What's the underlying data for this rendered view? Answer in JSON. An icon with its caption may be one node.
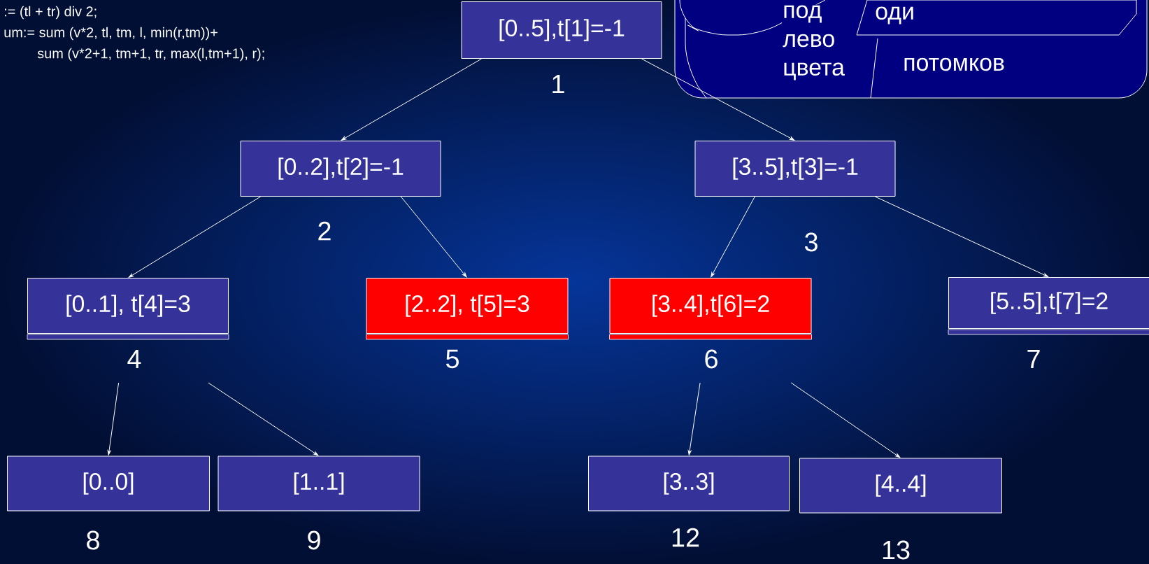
{
  "diagram": {
    "nodes": [
      {
        "text": [
          "[0..5],t[1]=-1"
        ],
        "beside": [
          "1"
        ]
      },
      {
        "text": [
          "[0..2],t[2]=-1"
        ],
        "beside": [
          "2"
        ]
      },
      {
        "text": [
          "[3..5],t[3]=-1"
        ],
        "beside": [
          "3"
        ]
      },
      {
        "text": [
          "[0..1], t[4]=3"
        ],
        "beside": [
          "4"
        ]
      },
      {
        "text": [
          "[2..2], t[5]=3"
        ],
        "beside": [
          "5"
        ]
      },
      {
        "text": [
          "[3..4],t[6]=2"
        ],
        "beside": [
          "6"
        ]
      },
      {
        "text": [
          "[5..5],t[7]=2"
        ],
        "beside": [
          "7"
        ]
      },
      {
        "text": [
          "[0..0]"
        ],
        "beside": [
          "8"
        ]
      },
      {
        "text": [
          "[1..1]"
        ],
        "beside": [
          "9"
        ]
      },
      {
        "text": [
          "[3..3]"
        ],
        "beside": [
          "12"
        ]
      },
      {
        "text": [
          "[4..4]"
        ],
        "beside": [
          "13"
        ]
      }
    ],
    "edges": [
      {
        "from": 0,
        "to": 1,
        "arrow": "to"
      },
      {
        "from": 0,
        "to": 2,
        "arrow": "to"
      },
      {
        "from": 1,
        "to": 3,
        "arrow": "to"
      },
      {
        "from": 1,
        "to": 4,
        "arrow": "to"
      },
      {
        "from": 2,
        "to": 5,
        "arrow": "to"
      },
      {
        "from": 2,
        "to": 6,
        "arrow": "to"
      },
      {
        "from": 3,
        "to": 7,
        "arrow": "to"
      },
      {
        "from": 3,
        "to": 8,
        "arrow": "to"
      },
      {
        "from": 5,
        "to": 9,
        "arrow": "to"
      },
      {
        "from": 5,
        "to": 10,
        "arrow": "to"
      }
    ],
    "labels": [
      ":= (tl + tr) div 2;",
      "um:= sum (v*2, tl, tm, l, min(r,tm))+",
      "sum (v*2+1, tm+1, tr, max(l,tm+1), r);",
      "под",
      "оди",
      "лево",
      "цвета",
      "потомков"
    ]
  }
}
